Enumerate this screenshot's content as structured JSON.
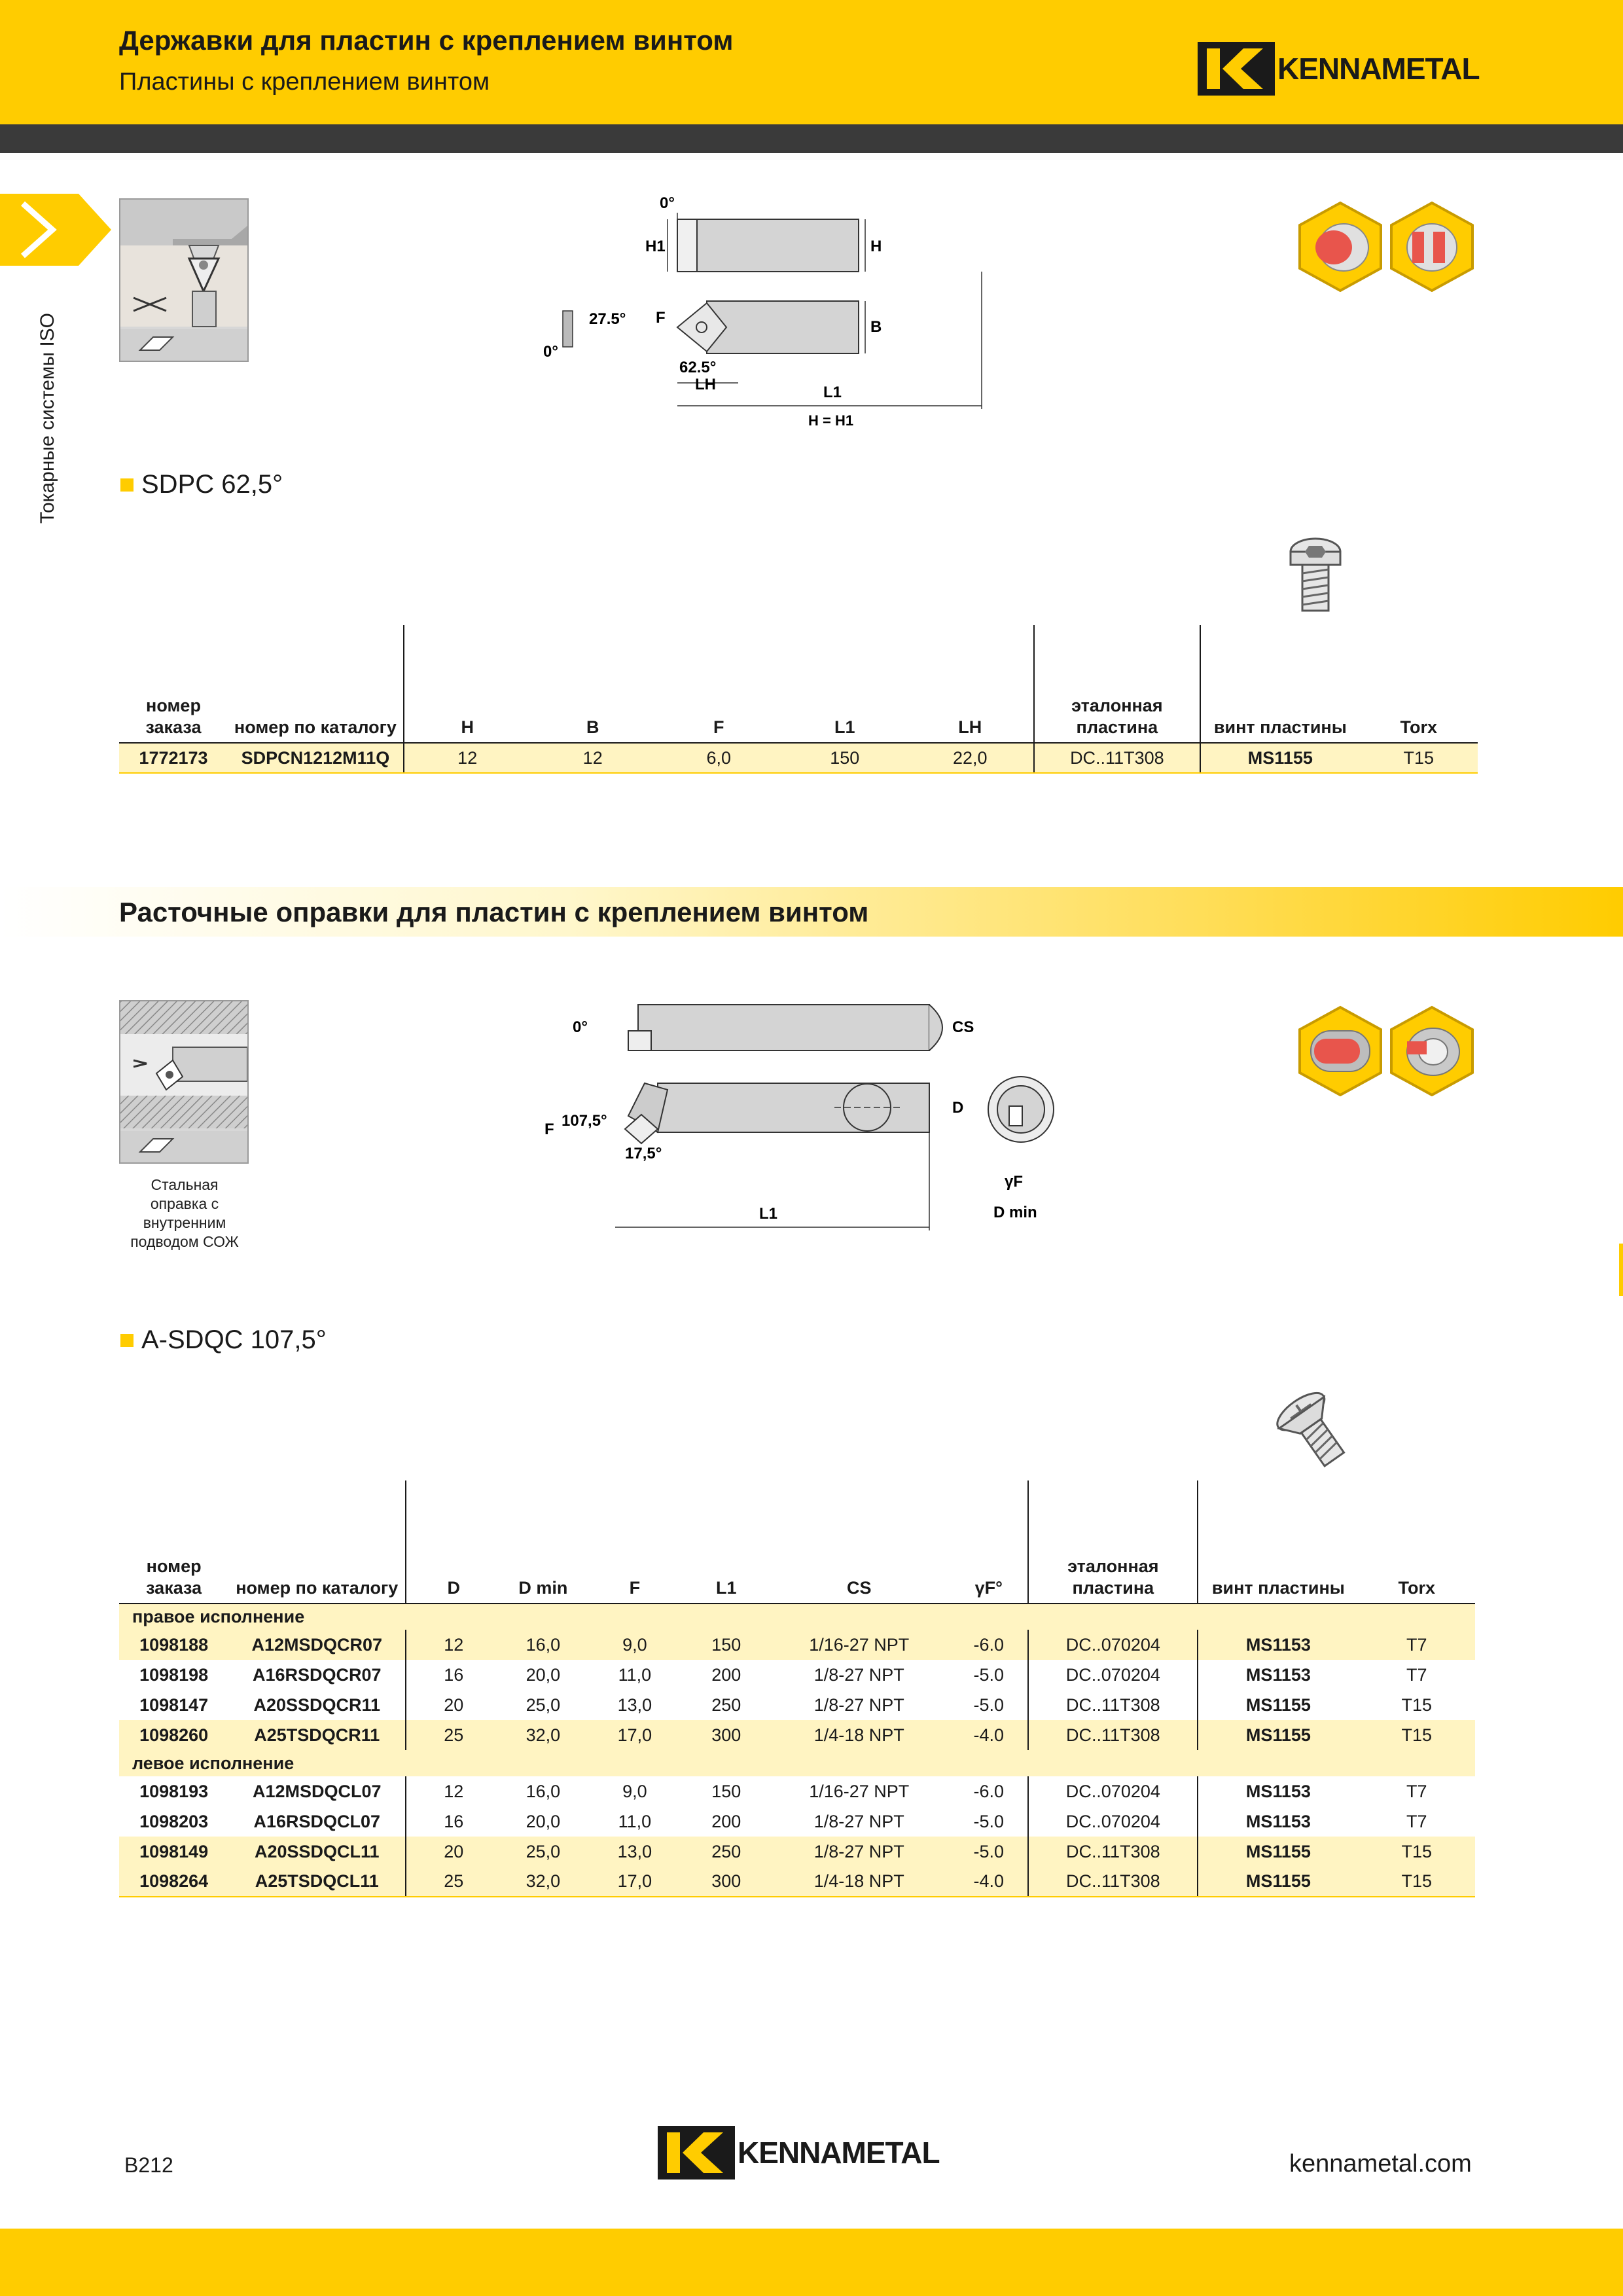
{
  "header": {
    "title": "Державки для пластин с креплением винтом",
    "subtitle": "Пластины с креплением винтом",
    "logo_text": "KENNAMETAL"
  },
  "side_tab": {
    "label": "Токарные системы ISO"
  },
  "colors": {
    "brand_yellow": "#ffcc00",
    "dark_band": "#3a3a3a",
    "row_highlight": "#fff4c2"
  },
  "section1": {
    "drawing_labels": {
      "angle_top": "0°",
      "h1": "H1",
      "h": "H",
      "angle_27": "27.5°",
      "f": "F",
      "b": "B",
      "angle_0": "0°",
      "angle_62": "62.5°",
      "lh": "LH",
      "l1": "L1",
      "h_eq": "H = H1"
    },
    "label": "SDPC 62,5°",
    "table": {
      "headers": [
        "номер заказа",
        "номер по каталогу",
        "H",
        "B",
        "F",
        "L1",
        "LH",
        "эталонная пластина",
        "винт пластины",
        "Torx"
      ],
      "rows": [
        [
          "1772173",
          "SDPCN1212M11Q",
          "12",
          "12",
          "6,0",
          "150",
          "22,0",
          "DC..11T308",
          "MS1155",
          "T15"
        ]
      ]
    }
  },
  "section2": {
    "title": "Расточные оправки для пластин с креплением винтом",
    "thumb_caption": [
      "Стальная",
      "оправка с",
      "внутренним",
      "подводом СОЖ"
    ],
    "drawing_labels": {
      "angle_top": "0°",
      "cs": "CS",
      "f": "F",
      "angle_107": "107,5°",
      "angle_17": "17,5°",
      "d": "D",
      "gamma_f": "γF",
      "d_min": "D min",
      "l1": "L1"
    },
    "label": "A-SDQC 107,5°",
    "table": {
      "headers": [
        "номер заказа",
        "номер по каталогу",
        "D",
        "D min",
        "F",
        "L1",
        "CS",
        "γF°",
        "эталонная пластина",
        "винт пластины",
        "Torx"
      ],
      "groups": [
        {
          "name": "правое исполнение",
          "rows": [
            [
              "1098188",
              "A12MSDQCR07",
              "12",
              "16,0",
              "9,0",
              "150",
              "1/16-27 NPT",
              "-6.0",
              "DC..070204",
              "MS1153",
              "T7"
            ],
            [
              "1098198",
              "A16RSDQCR07",
              "16",
              "20,0",
              "11,0",
              "200",
              "1/8-27 NPT",
              "-5.0",
              "DC..070204",
              "MS1153",
              "T7"
            ],
            [
              "1098147",
              "A20SSDQCR11",
              "20",
              "25,0",
              "13,0",
              "250",
              "1/8-27 NPT",
              "-5.0",
              "DC..11T308",
              "MS1155",
              "T15"
            ],
            [
              "1098260",
              "A25TSDQCR11",
              "25",
              "32,0",
              "17,0",
              "300",
              "1/4-18 NPT",
              "-4.0",
              "DC..11T308",
              "MS1155",
              "T15"
            ]
          ]
        },
        {
          "name": "левое исполнение",
          "rows": [
            [
              "1098193",
              "A12MSDQCL07",
              "12",
              "16,0",
              "9,0",
              "150",
              "1/16-27 NPT",
              "-6.0",
              "DC..070204",
              "MS1153",
              "T7"
            ],
            [
              "1098203",
              "A16RSDQCL07",
              "16",
              "20,0",
              "11,0",
              "200",
              "1/8-27 NPT",
              "-5.0",
              "DC..070204",
              "MS1153",
              "T7"
            ],
            [
              "1098149",
              "A20SSDQCL11",
              "20",
              "25,0",
              "13,0",
              "250",
              "1/8-27 NPT",
              "-5.0",
              "DC..11T308",
              "MS1155",
              "T15"
            ],
            [
              "1098264",
              "A25TSDQCL11",
              "25",
              "32,0",
              "17,0",
              "300",
              "1/4-18 NPT",
              "-4.0",
              "DC..11T308",
              "MS1155",
              "T15"
            ]
          ]
        }
      ]
    }
  },
  "footer": {
    "page": "B212",
    "site": "kennametal.com",
    "logo_text": "KENNAMETAL"
  }
}
